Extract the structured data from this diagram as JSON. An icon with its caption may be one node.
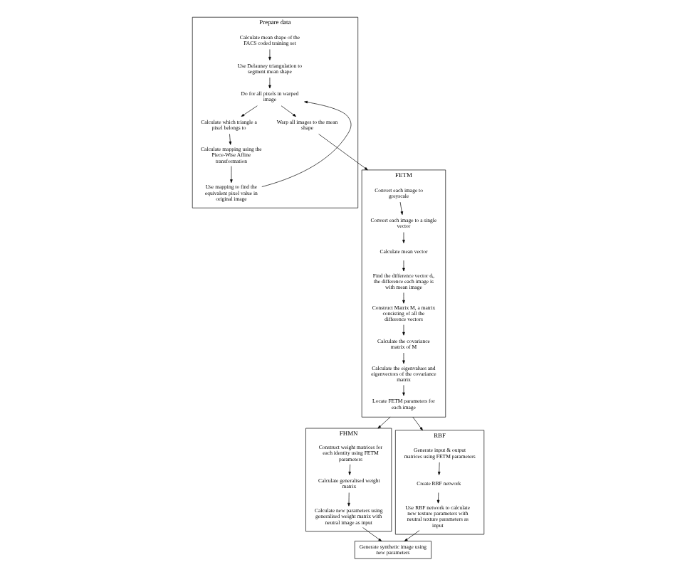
{
  "diagram": {
    "nodes": [
      {
        "text": [
          "Prepare data"
        ]
      },
      {
        "text": [
          "Calculate mean shape of the FACS coded training set"
        ],
        "in": 0
      },
      {
        "text": [
          "Use Delauney triangulation to segment mean shape"
        ],
        "in": 0
      },
      {
        "text": [
          "Do for all pixels in warped image"
        ],
        "in": 0
      },
      {
        "text": [
          "Calculate which triangle a pixel belongs to"
        ],
        "in": 0
      },
      {
        "text": [
          "Calculate mapping using the Piece-Wise Affine transformation"
        ],
        "in": 0
      },
      {
        "text": [
          "Use mapping to find the equivalent pixel value in original image"
        ],
        "in": 0
      },
      {
        "text": [
          "Warp all images to the mean shape"
        ],
        "in": 0
      },
      {
        "text": [
          "FETM"
        ]
      },
      {
        "text": [
          "Convert each image to greyscale"
        ],
        "in": 8
      },
      {
        "text": [
          "Convert each image to a single vector"
        ],
        "in": 8
      },
      {
        "text": [
          "Calculate mean vector"
        ],
        "in": 8
      },
      {
        "text": [
          "Find the difference vector dᵢ, the difference each image is with mean image"
        ],
        "in": 8
      },
      {
        "text": [
          "Construct Matrix M, a matrix consisting of all the difference vectors"
        ],
        "in": 8
      },
      {
        "text": [
          "Calculate the covariance matrix of M"
        ],
        "in": 8
      },
      {
        "text": [
          "Calculate the eigenvalues and eigenvectors of the covariance matrix"
        ],
        "in": 8
      },
      {
        "text": [
          "Locate FETM parameters for each image"
        ],
        "in": 8
      },
      {
        "text": [
          "FHMN"
        ]
      },
      {
        "text": [
          "Construct weight matrices for each identity using FETM parameters"
        ],
        "in": 17
      },
      {
        "text": [
          "Calculate generalised weight matrix"
        ],
        "in": 17
      },
      {
        "text": [
          "Calculate new parameters using generalised weight matrix with neutral image as input"
        ],
        "in": 17
      },
      {
        "text": [
          "RBF"
        ]
      },
      {
        "text": [
          "Generate input & output matrices using FETM parameters"
        ],
        "in": 21
      },
      {
        "text": [
          "Create RBF network"
        ],
        "in": 21
      },
      {
        "text": [
          "Use RBF network to calculate new texture parameters with neutral texture parameters as input"
        ],
        "in": 21
      },
      {
        "text": [
          "Generate synthetic image using new parameters"
        ]
      }
    ],
    "edges": [
      {
        "from": 1,
        "to": 2,
        "arrow": "to"
      },
      {
        "from": 2,
        "to": 3,
        "arrow": "to"
      },
      {
        "from": 3,
        "to": 4,
        "arrow": "to"
      },
      {
        "from": 4,
        "to": 5,
        "arrow": "to"
      },
      {
        "from": 5,
        "to": 6,
        "arrow": "to"
      },
      {
        "from": 6,
        "to": 3,
        "arrow": "to"
      },
      {
        "from": 3,
        "to": 7,
        "arrow": "to"
      },
      {
        "from": 7,
        "to": 8,
        "arrow": "to"
      },
      {
        "from": 9,
        "to": 10,
        "arrow": "to"
      },
      {
        "from": 10,
        "to": 11,
        "arrow": "to"
      },
      {
        "from": 11,
        "to": 12,
        "arrow": "to"
      },
      {
        "from": 12,
        "to": 13,
        "arrow": "to"
      },
      {
        "from": 13,
        "to": 14,
        "arrow": "to"
      },
      {
        "from": 14,
        "to": 15,
        "arrow": "to"
      },
      {
        "from": 15,
        "to": 16,
        "arrow": "to"
      },
      {
        "from": 8,
        "to": 17,
        "arrow": "to"
      },
      {
        "from": 8,
        "to": 21,
        "arrow": "to"
      },
      {
        "from": 18,
        "to": 19,
        "arrow": "to"
      },
      {
        "from": 19,
        "to": 20,
        "arrow": "to"
      },
      {
        "from": 22,
        "to": 23,
        "arrow": "to"
      },
      {
        "from": 23,
        "to": 24,
        "arrow": "to"
      },
      {
        "from": 20,
        "to": 25,
        "arrow": "to"
      },
      {
        "from": 24,
        "to": 25,
        "arrow": "to"
      }
    ]
  }
}
